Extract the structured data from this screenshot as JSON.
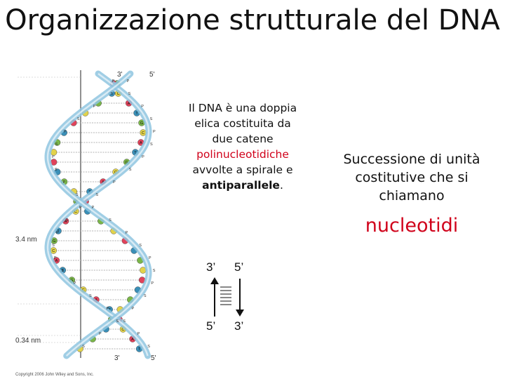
{
  "slide": {
    "title": "Organizzazione strutturale del DNA"
  },
  "figure": {
    "label_top_3": "3'",
    "label_top_5": "5'",
    "label_bottom_3": "3'",
    "label_bottom_5": "5'",
    "measure_major": "3.4 nm",
    "measure_minor": "0.34 nm",
    "copyright": "Copyright 2006 John Wiley and Sons, Inc.",
    "backbone_letters": [
      "P",
      "S"
    ],
    "base_letters": [
      "G",
      "C",
      "A",
      "T"
    ]
  },
  "description": {
    "part1": "Il DNA è una doppia elica costituita da due catene ",
    "part2_red": "polinucleotidiche",
    "part3": " avvolte a spirale e ",
    "part4_bold": "antiparallele",
    "part5": "."
  },
  "orientation": {
    "top_left": "3’",
    "top_right": "5’",
    "bottom_left": "5’",
    "bottom_right": "3’"
  },
  "right_panel": {
    "text": "Successione di unità costitutive che si chiamano",
    "highlight": "nucleotidi"
  },
  "colors": {
    "accent_red": "#d0021b",
    "helix_blue": "#8fc6e0",
    "base_green": "#7ab648",
    "base_yellow": "#e2d24a",
    "base_red": "#e0425a",
    "base_teal": "#3a8fb7"
  }
}
